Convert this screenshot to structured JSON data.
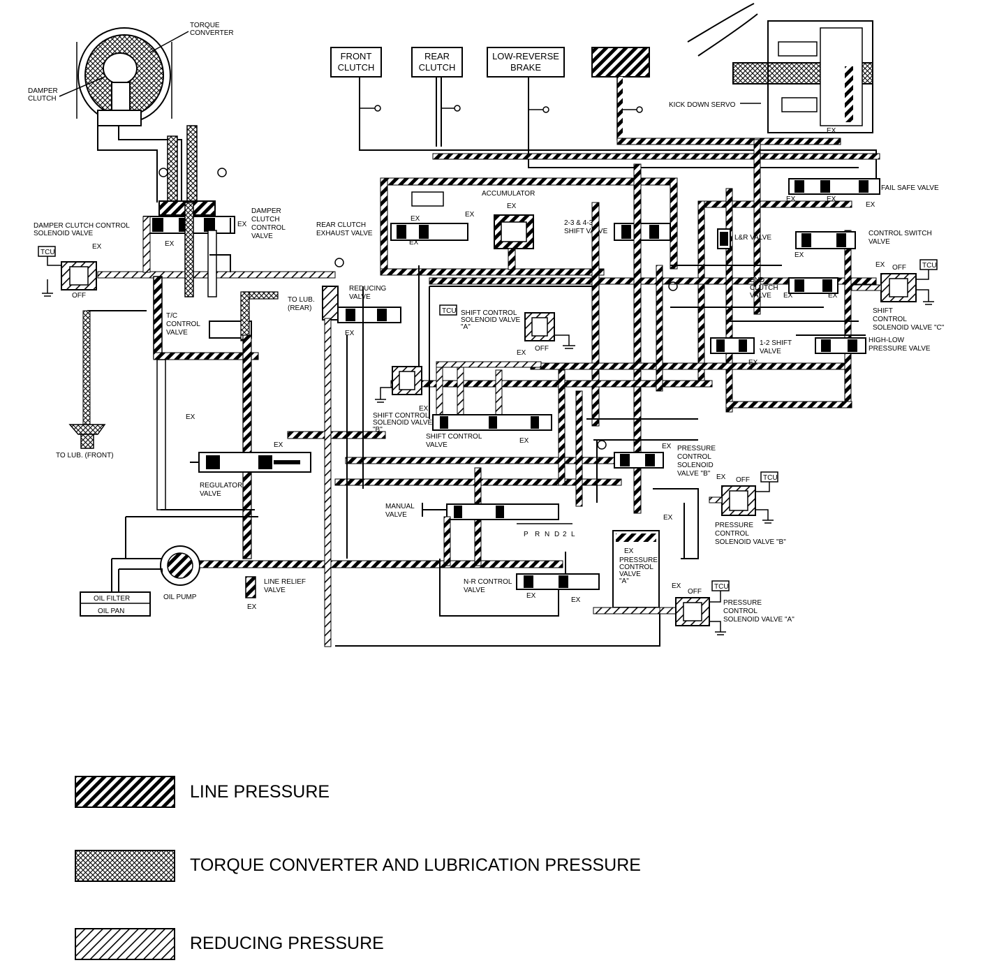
{
  "top_boxes": [
    {
      "lines": [
        "FRONT",
        "CLUTCH"
      ]
    },
    {
      "lines": [
        "REAR",
        "CLUTCH"
      ]
    },
    {
      "lines": [
        "LOW-REVERSE",
        "BRAKE"
      ]
    }
  ],
  "labels": {
    "torque_converter": [
      "TORQUE",
      "CONVERTER"
    ],
    "damper_clutch": [
      "DAMPER",
      "CLUTCH"
    ],
    "damper_clutch_control_valve": [
      "DAMPER",
      "CLUTCH",
      "CONTROL",
      "VALVE"
    ],
    "damper_clutch_control_solenoid": [
      "DAMPER CLUTCH CONTROL",
      "SOLENOID VALVE"
    ],
    "to_lub_rear": [
      "TO LUB.",
      "(REAR)"
    ],
    "tc_control_valve": [
      "T/C",
      "CONTROL",
      "VALVE"
    ],
    "to_lub_front": [
      "TO LUB. (FRONT)"
    ],
    "regulator_valve": [
      "REGULATOR",
      "VALVE"
    ],
    "oil_filter": "OIL FILTER",
    "oil_pan": "OIL PAN",
    "oil_pump": "OIL PUMP",
    "line_relief_valve": [
      "LINE RELIEF",
      "VALVE"
    ],
    "rear_clutch_exhaust_valve": [
      "REAR CLUTCH",
      "EXHAUST VALVE"
    ],
    "reducing_valve": [
      "REDUCING",
      "VALVE"
    ],
    "accumulator": "ACCUMULATOR",
    "shift_control_solenoid_a": [
      "SHIFT CONTROL",
      "SOLENOID VALVE",
      "\"A\""
    ],
    "shift_control_solenoid_b": [
      "SHIFT CONTROL",
      "SOLENOID VALVE",
      "\"B\""
    ],
    "shift_control_valve": [
      "SHIFT CONTROL",
      "VALVE"
    ],
    "manual_valve": [
      "MANUAL",
      "VALVE"
    ],
    "shift_positions": [
      "P",
      "R",
      "N",
      "D",
      "2",
      "L"
    ],
    "nr_control_valve": [
      "N-R CONTROL",
      "VALVE"
    ],
    "shift_valve_23_43": [
      "2-3 & 4-3",
      "SHIFT VALVE"
    ],
    "lr_valve": "L&R VALVE",
    "end_clutch_valve": [
      "END",
      "CLUTCH",
      "VALVE"
    ],
    "shift_valve_12": [
      "1-2 SHIFT",
      "VALVE"
    ],
    "kick_down_servo": "KICK DOWN SERVO",
    "fail_safe_valve": "FAIL SAFE VALVE",
    "control_switch_valve": [
      "CONTROL SWITCH",
      "VALVE"
    ],
    "shift_control_solenoid_c": [
      "SHIFT",
      "CONTROL",
      "SOLENOID VALVE \"C\""
    ],
    "high_low_pressure_valve": [
      "HIGH-LOW",
      "PRESSURE VALVE"
    ],
    "pressure_control_solenoid_b_upper": [
      "PRESSURE",
      "CONTROL",
      "SOLENOID",
      "VALVE \"B\""
    ],
    "pressure_control_solenoid_b_lower": [
      "PRESSURE",
      "CONTROL",
      "SOLENOID VALVE \"B\""
    ],
    "pressure_control_valve_a": [
      "PRESSURE",
      "CONTROL",
      "VALVE",
      "\"A\""
    ],
    "pressure_control_solenoid_a": [
      "PRESSURE",
      "CONTROL",
      "SOLENOID VALVE \"A\""
    ],
    "ex": "EX",
    "off": "OFF",
    "tcu": "TCU"
  },
  "legend": [
    {
      "pattern": "line",
      "label": "LINE PRESSURE"
    },
    {
      "pattern": "tc",
      "label": "TORQUE CONVERTER AND LUBRICATION PRESSURE"
    },
    {
      "pattern": "reducing",
      "label": "REDUCING PRESSURE"
    }
  ]
}
